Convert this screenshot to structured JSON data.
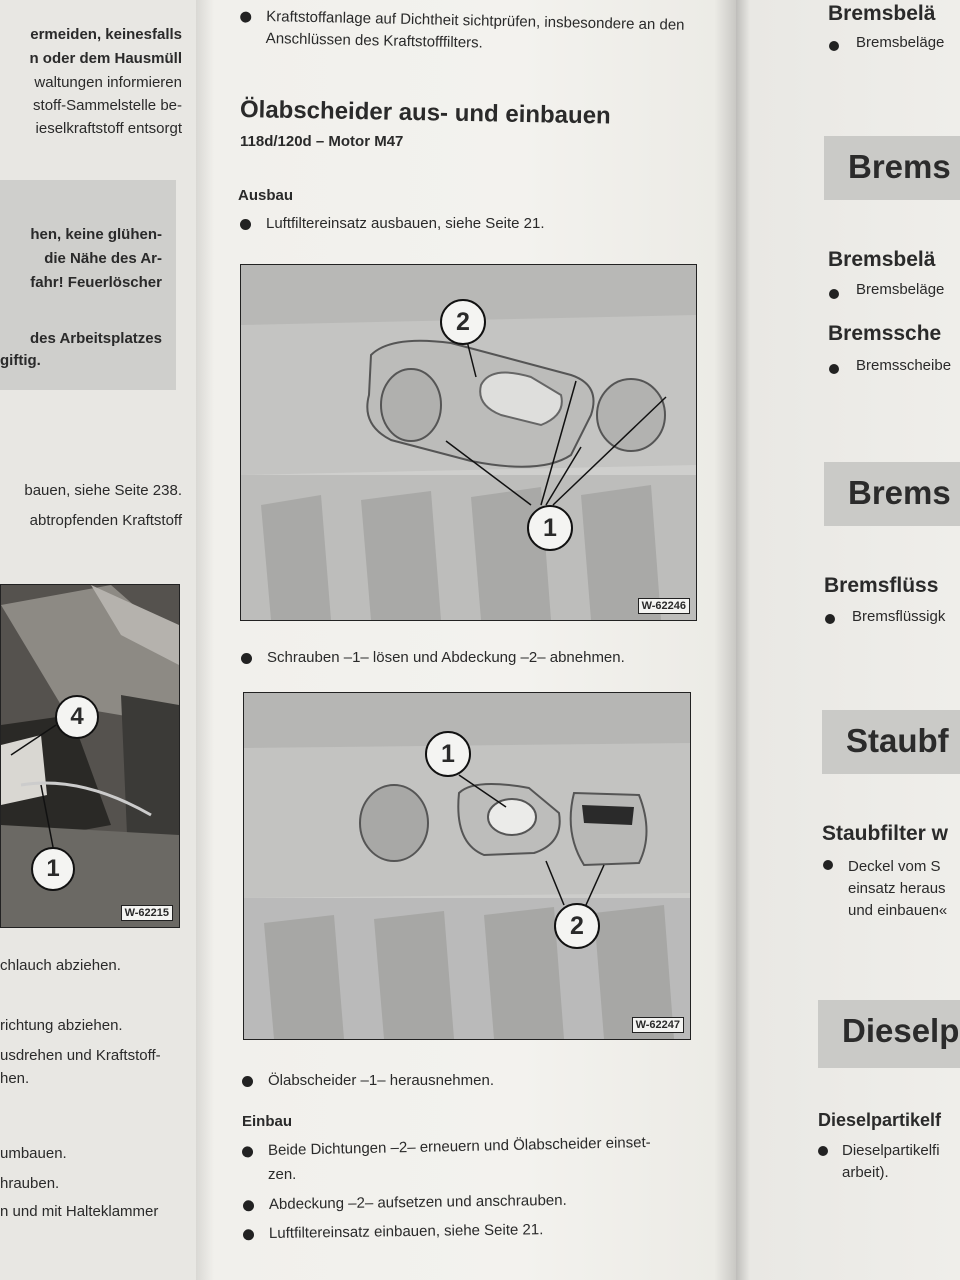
{
  "left_page": {
    "lines_top": [
      "ermeiden, keinesfalls",
      "n oder dem Hausmüll",
      "waltungen informieren",
      "stoff-Sammelstelle be-",
      "ieselkraftstoff entsorgt"
    ],
    "warning_lines": [
      "hen, keine glühen-",
      "die Nähe des Ar-",
      "fahr! Feuerlöscher",
      "des Arbeitsplatzes",
      "giftig."
    ],
    "lines_mid": [
      "bauen, siehe Seite 238.",
      "abtropfenden Kraftstoff"
    ],
    "figure_callouts": [
      "4",
      "1"
    ],
    "figure_code": "W-62215",
    "lines_bottom": [
      "chlauch abziehen.",
      "richtung abziehen.",
      "usdrehen und Kraftstoff-",
      "hen.",
      "umbauen.",
      "hrauben.",
      "n und mit Halteklammer"
    ]
  },
  "center_page": {
    "top_bullet": "Kraftstoffanlage auf Dichtheit sichtprüfen, insbesondere an den Anschlüssen des Kraftstofffilters.",
    "title": "Ölabscheider aus- und einbauen",
    "subtitle": "118d/120d – Motor M47",
    "ausbau_heading": "Ausbau",
    "ausbau_step1": "Luftfiltereinsatz ausbauen, siehe Seite 21.",
    "figure1": {
      "callout_top": "2",
      "callout_bottom": "1",
      "code": "W-62246"
    },
    "step2": "Schrauben –1– lösen und Abdeckung –2– abnehmen.",
    "figure2": {
      "callout_top": "1",
      "callout_bottom": "2",
      "code": "W-62247"
    },
    "step3": "Ölabscheider –1– herausnehmen.",
    "einbau_heading": "Einbau",
    "einbau_step1_a": "Beide Dichtungen –2– erneuern und Ölabscheider einset-",
    "einbau_step1_b": "zen.",
    "einbau_step2": "Abdeckung –2– aufsetzen und anschrauben.",
    "einbau_step3": "Luftfiltereinsatz einbauen, siehe Seite 21."
  },
  "right_page": {
    "h1": "Bremsbelä",
    "i1": "Bremsbeläge",
    "bar1": "Brems",
    "h2": "Bremsbelä",
    "i2": "Bremsbeläge",
    "h3": "Bremssche",
    "i3": "Bremsscheibe",
    "bar2": "Brems",
    "h4": "Bremsflüss",
    "i4": "Bremsflüssigk",
    "bar3": "Staubf",
    "h5": "Staubfilter w",
    "i5_lines": [
      "Deckel vom S",
      "einsatz heraus",
      "und einbauen«"
    ],
    "bar4": "Dieselp",
    "h6": "Dieselpartikelf",
    "i6_lines": [
      "Dieselpartikelfi",
      "arbeit)."
    ]
  }
}
